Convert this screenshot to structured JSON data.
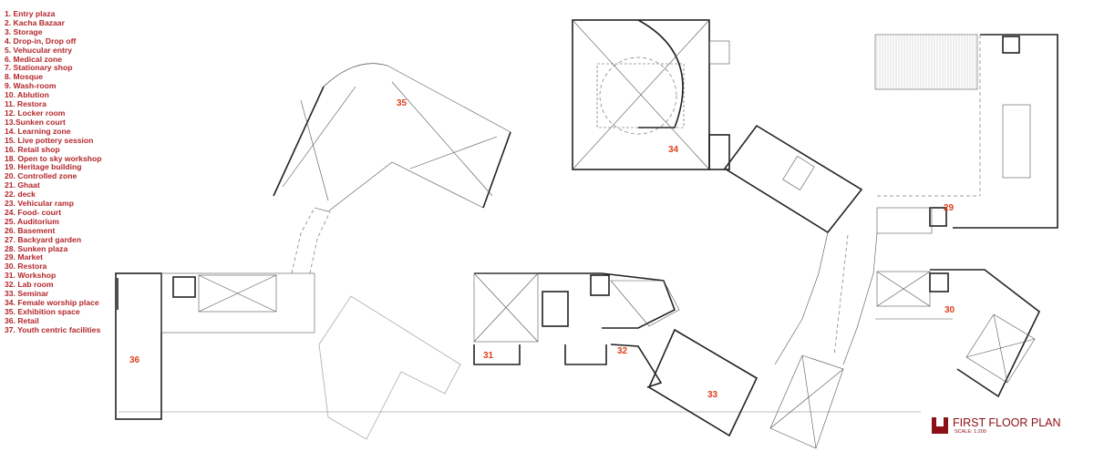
{
  "legend": [
    "1. Entry plaza",
    "2. Kacha Bazaar",
    "3. Storage",
    "4. Drop-in, Drop off",
    "5. Vehucular entry",
    "6. Medical zone",
    "7. Stationary shop",
    "8. Mosque",
    "9.  Wash-room",
    "10.  Ablution",
    "11. Restora",
    "12.  Locker room",
    "13.Sunken court",
    "14. Learning zone",
    "15. Live pottery session",
    "16. Retail shop",
    "18. Open to sky workshop",
    "19. Heritage building",
    "20.  Controlled zone",
    "21. Ghaat",
    "22. deck",
    "23. Vehicular ramp",
    "24. Food- court",
    "25. Auditorium",
    "26. Basement",
    "27. Backyard garden",
    "28. Sunken plaza",
    "29. Market",
    "30. Restora",
    "31.  Workshop",
    "32.  Lab room",
    "33. Seminar",
    "34. Female worship place",
    "35. Exhibition space",
    "36. Retail",
    "37. Youth centric facilities"
  ],
  "room_labels": {
    "r35": "35",
    "r34": "34",
    "r29": "29",
    "r36": "36",
    "r30": "30",
    "r31": "31",
    "r32": "32",
    "r33": "33"
  },
  "title_block": {
    "title": "FIRST FLOOR PLAN",
    "scale": "SCALE: 1:200"
  },
  "colors": {
    "legend": "#b3262b",
    "room_label": "#e0401c",
    "title": "#8b1116"
  }
}
